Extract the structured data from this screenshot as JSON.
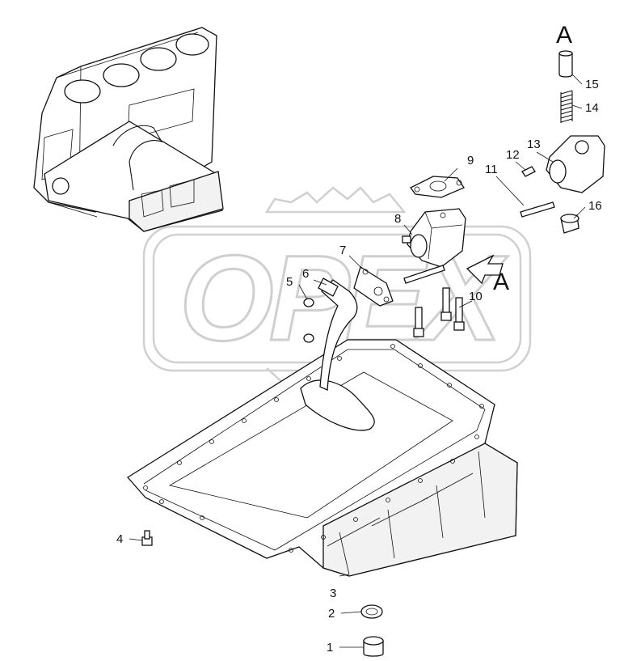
{
  "watermark": {
    "text": "OPEX"
  },
  "view_markers": {
    "top": "A",
    "arrow": "A"
  },
  "callouts": [
    "1",
    "2",
    "3",
    "4",
    "5",
    "6",
    "7",
    "8",
    "9",
    "10",
    "11",
    "12",
    "13",
    "14",
    "15",
    "16"
  ]
}
